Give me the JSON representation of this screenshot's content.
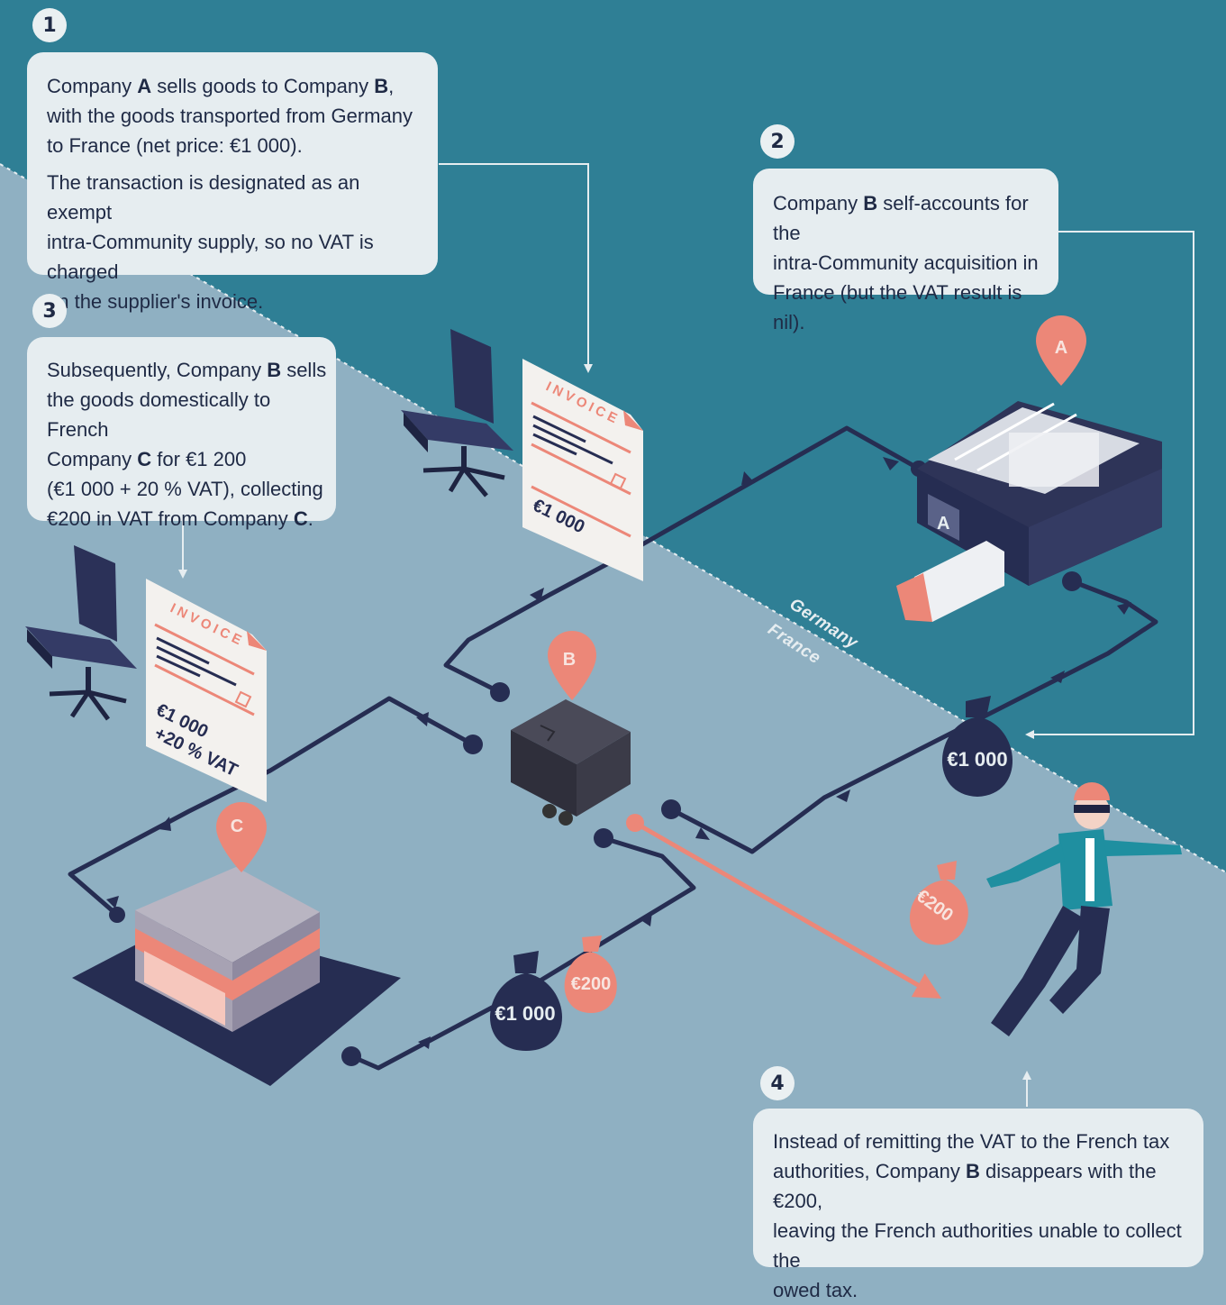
{
  "steps": {
    "s1": {
      "number": "1",
      "line1_a": "Company ",
      "line1_b": "A",
      "line1_c": " sells goods to Company ",
      "line1_d": "B",
      "line1_e": ",",
      "line2": "with the goods transported from Germany",
      "line3": "to France (net price: €1 000).",
      "line4": "The transaction is designated as an exempt",
      "line5": "intra-Community supply, so no VAT is charged",
      "line6": "on the supplier's invoice."
    },
    "s2": {
      "number": "2",
      "line1_a": "Company ",
      "line1_b": "B",
      "line1_c": " self-accounts for the",
      "line2": "intra-Community acquisition in",
      "line3": "France (but the VAT result is nil)."
    },
    "s3": {
      "number": "3",
      "line1_a": "Subsequently, Company ",
      "line1_b": "B",
      "line1_c": " sells",
      "line2": "the goods domestically to French",
      "line3_a": "Company ",
      "line3_b": "C",
      "line3_c": " for €1 200",
      "line4": "(€1 000 + 20 % VAT), collecting",
      "line5_a": "€200 in VAT from Company ",
      "line5_b": "C",
      "line5_c": "."
    },
    "s4": {
      "number": "4",
      "line1": "Instead of remitting the VAT to the French tax",
      "line2_a": "authorities, Company ",
      "line2_b": "B",
      "line2_c": " disappears with the €200,",
      "line3": "leaving the French authorities unable to collect the",
      "line4": "owed tax."
    }
  },
  "labels": {
    "germany": "Germany",
    "france": "France",
    "pin_a": "A",
    "pin_b": "B",
    "pin_c": "C",
    "warehouse_door": "A"
  },
  "invoices": {
    "invoice_1": {
      "title": "INVOICE",
      "amount": "€1 000"
    },
    "invoice_2": {
      "title": "INVOICE",
      "amount": "€1 000",
      "vat": "+20 % VAT"
    }
  },
  "bags": {
    "bag_top": "€1 000",
    "bag_bottom": "€1 000",
    "bag_vat": "€200",
    "bag_fraud": "€200"
  },
  "colors": {
    "germany_bg": "#2f7f95",
    "france_bg": "#8fb0c2",
    "navy": "#262d52",
    "coral": "#ec8778",
    "box_bg": "#e6edf0"
  }
}
